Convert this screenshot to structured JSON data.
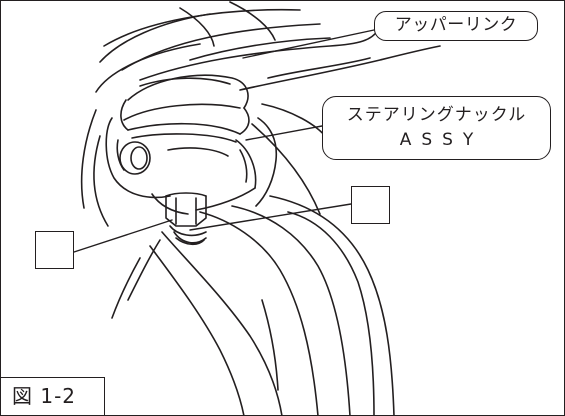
{
  "callouts": {
    "upper_link": "アッパーリンク",
    "steering_knuckle_line1": "ステアリングナックル",
    "steering_knuckle_line2": "ASSY"
  },
  "figure_label": "図 1-2",
  "colors": {
    "line": "#231f20",
    "background": "#ffffff"
  }
}
